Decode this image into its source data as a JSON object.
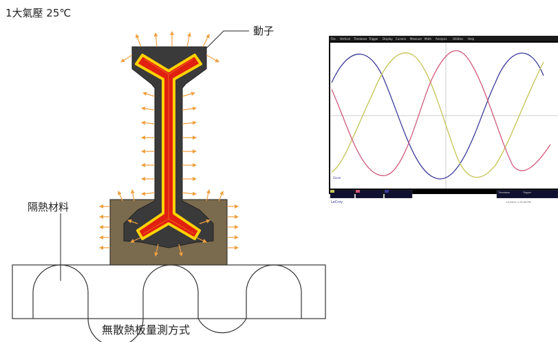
{
  "labels": {
    "condition": "1大氣壓 25℃",
    "rotor": "動子",
    "insulation": "隔熱材料",
    "caption": "無散熱板量測方式"
  },
  "colors": {
    "rotor_body": "#3a3a3a",
    "coil_outline": "#ffd200",
    "coil_fill": "#e02010",
    "heat_arrow": "#f0a040",
    "insulation_block": "#7a6a4e",
    "phase_a": "#3a3a9a",
    "phase_b": "#c8c858",
    "phase_c": "#d05878",
    "scope_grid": "#c8c8c8"
  },
  "oscilloscope": {
    "menu": [
      "File",
      "Vertical",
      "Timebase",
      "Trigger",
      "Display",
      "Cursors",
      "Measure",
      "Math",
      "Analysis",
      "Utilities",
      "Help"
    ],
    "brand": "LeCroy",
    "footer_left_marker": "Zoom",
    "timebase_label": "Timebase",
    "trigger_label": "Trigger",
    "timestamp": "1/1/2012 1:32:49 PM"
  }
}
